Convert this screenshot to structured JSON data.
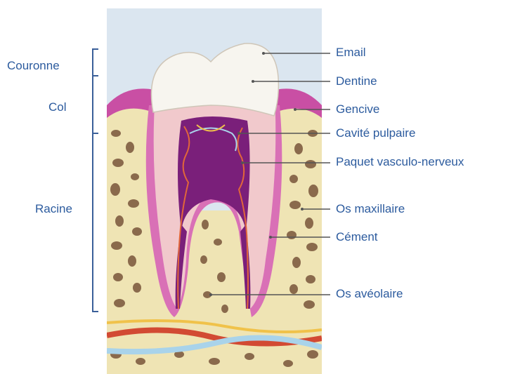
{
  "regions": {
    "crown": "Couronne",
    "neck": "Col",
    "root": "Racine"
  },
  "labels": {
    "enamel": "Email",
    "dentin": "Dentine",
    "gum": "Gencive",
    "pulp_cavity": "Cavité pulpaire",
    "neurovascular_bundle": "Paquet vasculo-nerveux",
    "maxillary_bone": "Os maxillaire",
    "cementum": "Cément",
    "alveolar_bone": "Os avéolaire"
  },
  "colors": {
    "label_text": "#2c5b9e",
    "bracket": "#3a5f99",
    "leader_line": "#555555",
    "background_top": "#dbe6f0",
    "bone": "#efe4b4",
    "bone_cavity": "#8a6a4c",
    "gum": "#c94fa4",
    "dentin": "#f1c9cc",
    "enamel": "#f7f5ef",
    "pulp": "#7a1f7a",
    "artery": "#d24a33",
    "vein": "#a9d3ea",
    "nerve": "#f0c24a"
  }
}
